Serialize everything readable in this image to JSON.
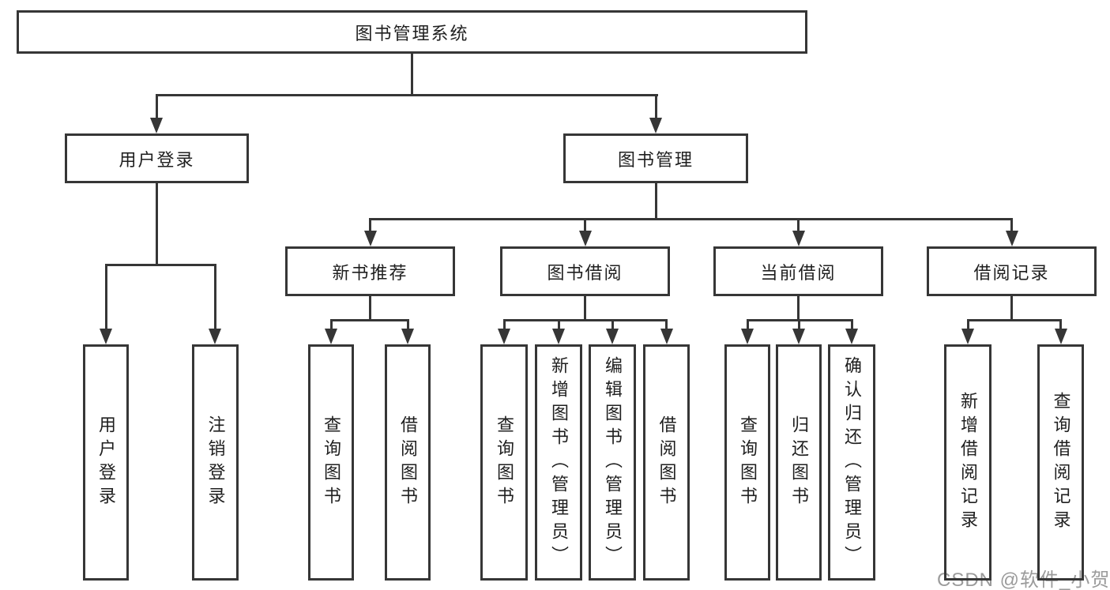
{
  "tree": {
    "root_label": "图书管理系统",
    "branches": [
      {
        "label": "用户登录",
        "leaves": [
          "用户登录",
          "注销登录"
        ]
      },
      {
        "label": "图书管理",
        "groups": [
          {
            "label": "新书推荐",
            "leaves": [
              "查询图书",
              "借阅图书"
            ]
          },
          {
            "label": "图书借阅",
            "leaves": [
              "查询图书",
              "新增图书（管理员）",
              "编辑图书（管理员）",
              "借阅图书"
            ]
          },
          {
            "label": "当前借阅",
            "leaves": [
              "查询图书",
              "归还图书",
              "确认归还（管理员）"
            ]
          },
          {
            "label": "借阅记录",
            "leaves": [
              "新增借阅记录",
              "查询借阅记录"
            ]
          }
        ]
      }
    ]
  },
  "watermark": "CSDN @软件_小贺同学",
  "colors": {
    "line": "#363636",
    "text": "#1f1f1f",
    "watermark": "#9b9b9b",
    "background": "#ffffff"
  }
}
